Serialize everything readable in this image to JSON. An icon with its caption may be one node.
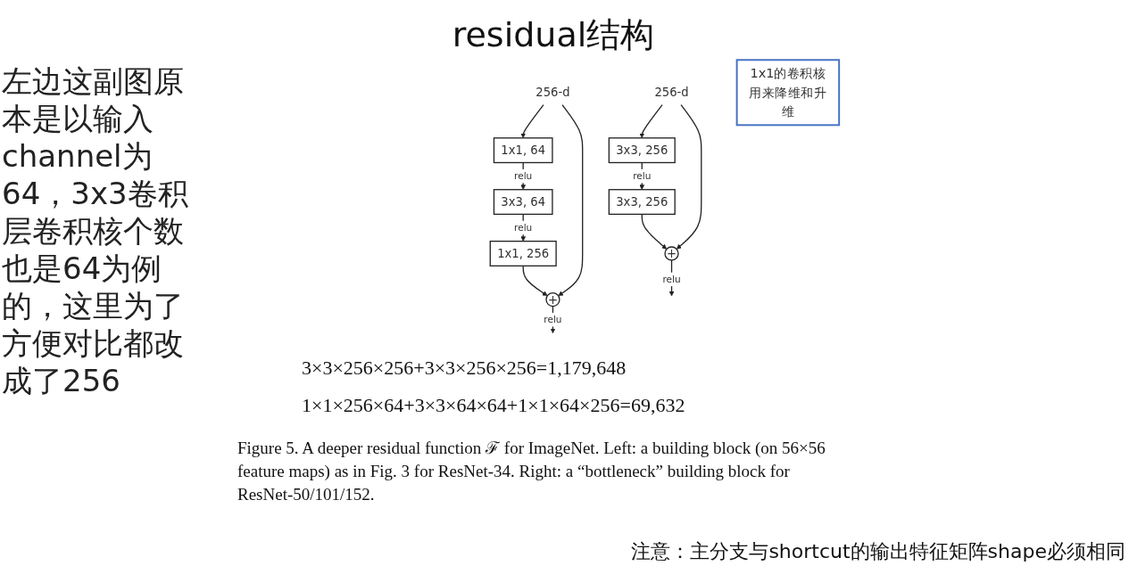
{
  "diagram": {
    "title": "residual结构",
    "caption": "Figure 5. A deeper residual function ℱ for ImageNet. Left: a building block (on 56×56 feature maps) as in Fig. 3 for ResNet-34. Right: a “bottleneck” building block for ResNet-50/101/152.",
    "nodes": [
      {
        "text": [
          "256-d"
        ]
      },
      {
        "text": [
          "3x3, 256"
        ]
      },
      {
        "text": [
          "3x3, 256"
        ]
      },
      {
        "text": [
          "+"
        ]
      },
      {
        "text": [
          "256-d"
        ]
      },
      {
        "text": [
          "1x1, 64"
        ]
      },
      {
        "text": [
          "3x3, 64"
        ]
      },
      {
        "text": [
          "1x1, 256"
        ]
      },
      {
        "text": [
          "+"
        ]
      },
      {
        "text": [
          "1x1的卷积核用来降维和升维"
        ]
      }
    ],
    "edges": [
      {
        "from": 0,
        "to": 1,
        "arrow": "to"
      },
      {
        "from": 1,
        "to": 2,
        "label": "relu",
        "arrow": "to"
      },
      {
        "from": 2,
        "to": 3,
        "arrow": "to"
      },
      {
        "from": 0,
        "to": 3,
        "arrow": "to"
      },
      {
        "from": 3,
        "to": null,
        "label": "relu",
        "arrow": "to"
      },
      {
        "from": 4,
        "to": 5,
        "arrow": "to"
      },
      {
        "from": 5,
        "to": 6,
        "label": "relu",
        "arrow": "to"
      },
      {
        "from": 6,
        "to": 7,
        "label": "relu",
        "arrow": "to"
      },
      {
        "from": 7,
        "to": 8,
        "arrow": "to"
      },
      {
        "from": 4,
        "to": 8,
        "arrow": "to"
      },
      {
        "from": 8,
        "to": null,
        "label": "relu",
        "arrow": "to"
      }
    ],
    "labels": [
      "左边这副图原本是以输入channel为64，3x3卷积层卷积核个数也是64为例的，这里为了方便对比都改成了256",
      "3×3×256×256+3×3×256×256=1,179,648",
      "1×1×256×64+3×3×64×64+1×1×64×256=69,632",
      "注意：主分支与shortcut的输出特征矩阵shape必须相同"
    ]
  }
}
